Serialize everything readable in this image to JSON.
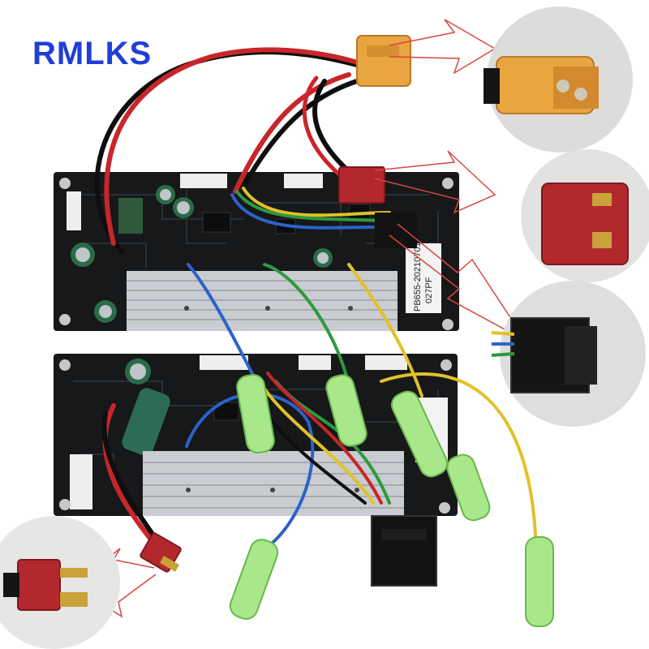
{
  "brand": {
    "text": "RMLKS",
    "color": "#1f3fd6"
  },
  "board_labels": {
    "top_model": "PB655-20210701",
    "top_code": "027PF"
  },
  "colors": {
    "connector_orange": "#e9a640",
    "connector_red": "#b3282d",
    "heatsink": "#c9ccd1",
    "pcb": "#16181a",
    "sleeve_green": "#a8e88a"
  }
}
